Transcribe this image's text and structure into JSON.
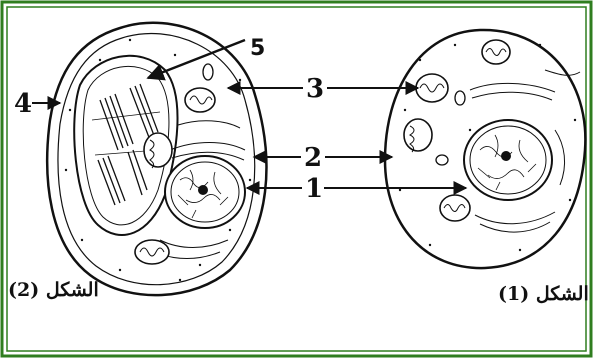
{
  "figure": {
    "border_color": "#2f7d1f",
    "labels": {
      "one": "1",
      "two": "2",
      "three": "3",
      "four": "4",
      "five": "5"
    },
    "captions": {
      "figure_2": "الشكل (2)",
      "figure_1": "الشكل (1)"
    }
  }
}
